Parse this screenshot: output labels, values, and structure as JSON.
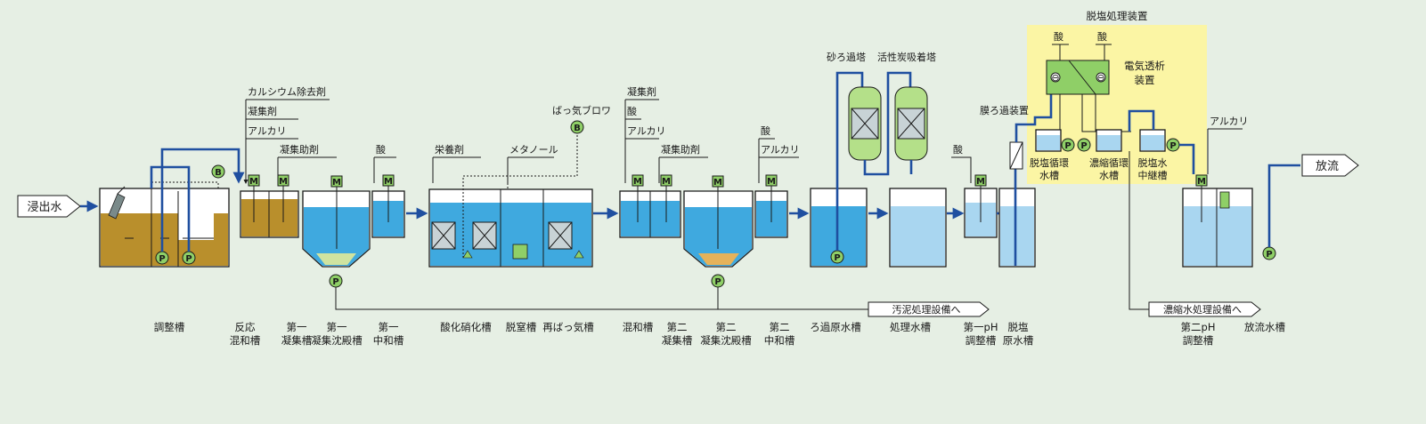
{
  "diagram": {
    "inlet_label": "浸出水",
    "outlet_label": "放流",
    "sludge_dest": "汚泥処理設備へ",
    "conc_dest": "濃縮水処理設備へ",
    "desal_title": "脱塩処理装置",
    "colors": {
      "background": "#e6efe4",
      "flow": "#1f4fa0",
      "water": "#3fa9df",
      "light_water": "#a9d6f0",
      "sludge": "#b98f2c",
      "equipment": "#8fcf67",
      "desal_box": "#fbf5a4"
    },
    "chem": {
      "calcium": "カルシウム除去剤",
      "coag1": "凝集剤",
      "alkali1": "アルカリ",
      "coagaid1": "凝集助剤",
      "acid1": "酸",
      "nutrient": "栄養剤",
      "methanol": "メタノール",
      "blower": "ばっ気ブロワ",
      "coag2": "凝集剤",
      "acid2": "酸",
      "alkali2": "アルカリ",
      "coagaid2": "凝集助剤",
      "acid3": "酸",
      "alkali3": "アルカリ",
      "acid4": "酸",
      "acid5": "酸",
      "acid6": "酸",
      "alkali4": "アルカリ"
    },
    "equipment": {
      "sand": "砂ろ過塔",
      "carbon": "活性炭吸着塔",
      "membrane": "膜ろ過装置",
      "ed1": "電気透析",
      "ed2": "装置",
      "circ_a1": "脱塩循環",
      "circ_a2": "水槽",
      "circ_b1": "濃縮循環",
      "circ_b2": "水槽",
      "relay1": "脱塩水",
      "relay2": "中継槽"
    },
    "symbols": {
      "motor": "M",
      "pump": "P",
      "blower": "B",
      "ed_minus": "⊖"
    },
    "tanks": [
      [
        "調整槽"
      ],
      [
        "反応",
        "混和槽"
      ],
      [
        "第一",
        "凝集槽"
      ],
      [
        "第一",
        "凝集沈殿槽"
      ],
      [
        "第一",
        "中和槽"
      ],
      [
        "酸化硝化槽"
      ],
      [
        "脱窒槽"
      ],
      [
        "再ばっ気槽"
      ],
      [
        "混和槽"
      ],
      [
        "第二",
        "凝集槽"
      ],
      [
        "第二",
        "凝集沈殿槽"
      ],
      [
        "第二",
        "中和槽"
      ],
      [
        "ろ過原水槽"
      ],
      [
        "処理水槽"
      ],
      [
        "第一pH",
        "調整槽"
      ],
      [
        "脱塩",
        "原水槽"
      ],
      [
        "第二pH",
        "調整槽"
      ],
      [
        "放流水槽"
      ]
    ]
  }
}
